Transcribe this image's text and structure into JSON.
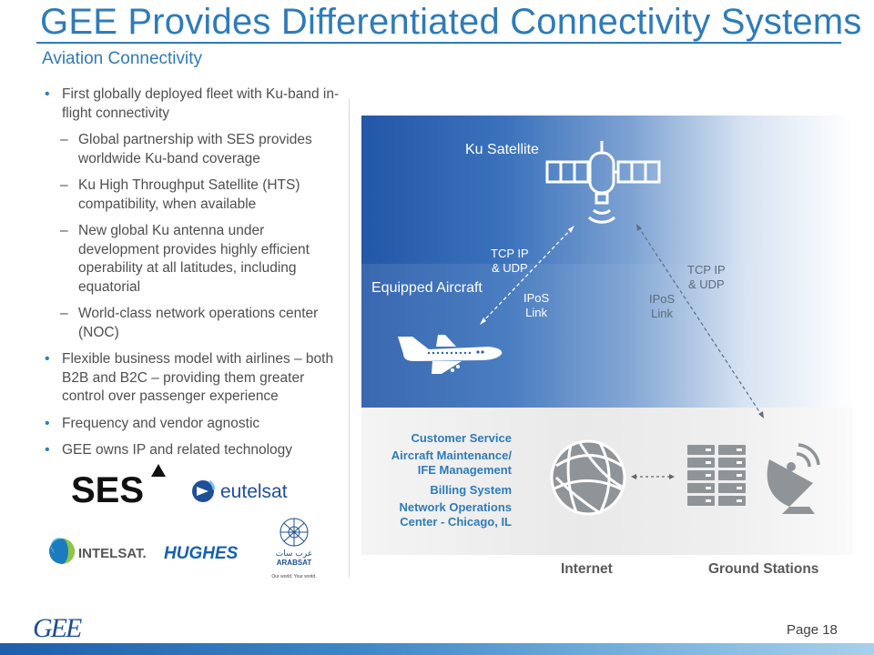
{
  "title": "GEE Provides Differentiated Connectivity Systems",
  "subtitle": "Aviation Connectivity",
  "bullets": {
    "b1": "First globally deployed fleet with Ku-band in-flight connectivity",
    "b1_sub1": "Global partnership with SES provides worldwide Ku-band coverage",
    "b1_sub2": "Ku High Throughput Satellite (HTS) compatibility, when available",
    "b1_sub3": "New global Ku antenna under development provides highly efficient operability at all latitudes, including equatorial",
    "b1_sub4": "World-class network operations center (NOC)",
    "b2": "Flexible business model with airlines – both B2B and B2C – providing them greater control over passenger experience",
    "b3": "Frequency and vendor agnostic",
    "b4": "GEE owns IP and related technology"
  },
  "logos": {
    "ses": "SES",
    "eutelsat": "eutelsat",
    "intelsat": "INTELSAT.",
    "hughes": "HUGHES",
    "arabsat_arabic": "عرب سات",
    "arabsat": "ARABSAT",
    "arabsat_tagline": "Our world. Your world."
  },
  "diagram": {
    "ku_satellite": "Ku Satellite",
    "equipped_aircraft": "Equipped Aircraft",
    "tcp_left_1": "TCP IP",
    "tcp_left_2": "& UDP",
    "ipos_left_1": "IPoS",
    "ipos_left_2": "Link",
    "ipos_right_1": "IPoS",
    "ipos_right_2": "Link",
    "tcp_right_1": "TCP IP",
    "tcp_right_2": "& UDP",
    "services": {
      "customer_service": "Customer Service",
      "aircraft_maintenance_1": "Aircraft Maintenance/",
      "aircraft_maintenance_2": "IFE Management",
      "billing": "Billing System",
      "noc_1": "Network Operations",
      "noc_2": "Center - Chicago, IL"
    },
    "internet_label": "Internet",
    "ground_stations_label": "Ground Stations"
  },
  "footer": {
    "company_logo": "GEE",
    "page": "Page 18"
  },
  "colors": {
    "brand_blue": "#2f7bb8",
    "panel_dark_blue": "#2357a8",
    "bottom_bar": "#1e5fa8"
  }
}
